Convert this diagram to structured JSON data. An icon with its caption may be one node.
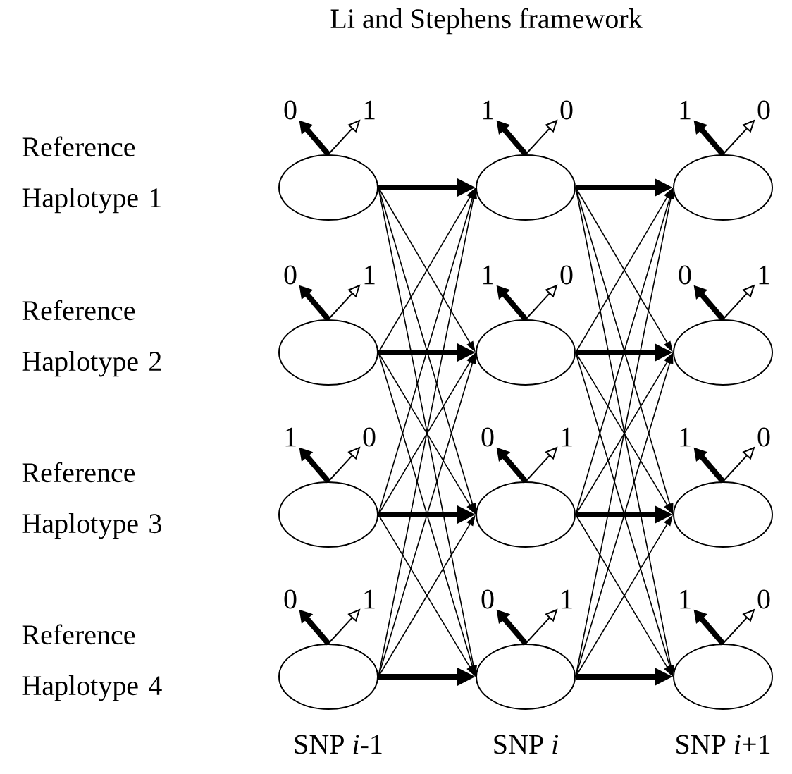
{
  "diagram": {
    "title": "Li and Stephens framework",
    "nodes": [
      {
        "text": [
          "0"
        ]
      },
      {
        "text": [
          "1"
        ]
      },
      {
        "text": [
          "1"
        ]
      },
      {
        "text": [
          "0"
        ]
      },
      {
        "text": [
          "1"
        ]
      },
      {
        "text": [
          "0"
        ]
      },
      {
        "text": [],
        "shape": "ellipse"
      },
      {
        "text": [],
        "shape": "ellipse"
      },
      {
        "text": [],
        "shape": "ellipse"
      },
      {
        "text": [
          "0"
        ]
      },
      {
        "text": [
          "1"
        ]
      },
      {
        "text": [
          "1"
        ]
      },
      {
        "text": [
          "0"
        ]
      },
      {
        "text": [
          "0"
        ]
      },
      {
        "text": [
          "1"
        ]
      },
      {
        "text": [],
        "shape": "ellipse"
      },
      {
        "text": [],
        "shape": "ellipse"
      },
      {
        "text": [],
        "shape": "ellipse"
      },
      {
        "text": [
          "1"
        ]
      },
      {
        "text": [
          "0"
        ]
      },
      {
        "text": [
          "0"
        ]
      },
      {
        "text": [
          "1"
        ]
      },
      {
        "text": [
          "1"
        ]
      },
      {
        "text": [
          "0"
        ]
      },
      {
        "text": [],
        "shape": "ellipse"
      },
      {
        "text": [],
        "shape": "ellipse"
      },
      {
        "text": [],
        "shape": "ellipse"
      },
      {
        "text": [
          "0"
        ]
      },
      {
        "text": [
          "1"
        ]
      },
      {
        "text": [
          "0"
        ]
      },
      {
        "text": [
          "1"
        ]
      },
      {
        "text": [
          "1"
        ]
      },
      {
        "text": [
          "0"
        ]
      },
      {
        "text": [],
        "shape": "ellipse"
      },
      {
        "text": [],
        "shape": "ellipse"
      },
      {
        "text": [],
        "shape": "ellipse"
      }
    ],
    "edges": [
      {
        "from": 6,
        "to": 0,
        "arrow": "to",
        "style": "thick"
      },
      {
        "from": 6,
        "to": 1,
        "arrow": "to"
      },
      {
        "from": 7,
        "to": 2,
        "arrow": "to",
        "style": "thick"
      },
      {
        "from": 7,
        "to": 3,
        "arrow": "to"
      },
      {
        "from": 8,
        "to": 4,
        "arrow": "to",
        "style": "thick"
      },
      {
        "from": 8,
        "to": 5,
        "arrow": "to"
      },
      {
        "from": 15,
        "to": 9,
        "arrow": "to",
        "style": "thick"
      },
      {
        "from": 15,
        "to": 10,
        "arrow": "to"
      },
      {
        "from": 16,
        "to": 11,
        "arrow": "to",
        "style": "thick"
      },
      {
        "from": 16,
        "to": 12,
        "arrow": "to"
      },
      {
        "from": 17,
        "to": 13,
        "arrow": "to",
        "style": "thick"
      },
      {
        "from": 17,
        "to": 14,
        "arrow": "to"
      },
      {
        "from": 24,
        "to": 18,
        "arrow": "to",
        "style": "thick"
      },
      {
        "from": 24,
        "to": 19,
        "arrow": "to"
      },
      {
        "from": 25,
        "to": 20,
        "arrow": "to",
        "style": "thick"
      },
      {
        "from": 25,
        "to": 21,
        "arrow": "to"
      },
      {
        "from": 26,
        "to": 22,
        "arrow": "to",
        "style": "thick"
      },
      {
        "from": 26,
        "to": 23,
        "arrow": "to"
      },
      {
        "from": 33,
        "to": 27,
        "arrow": "to",
        "style": "thick"
      },
      {
        "from": 33,
        "to": 28,
        "arrow": "to"
      },
      {
        "from": 34,
        "to": 29,
        "arrow": "to",
        "style": "thick"
      },
      {
        "from": 34,
        "to": 30,
        "arrow": "to"
      },
      {
        "from": 35,
        "to": 31,
        "arrow": "to",
        "style": "thick"
      },
      {
        "from": 35,
        "to": 32,
        "arrow": "to"
      },
      {
        "from": 6,
        "to": 7,
        "arrow": "to",
        "style": "thick"
      },
      {
        "from": 6,
        "to": 16,
        "arrow": "to"
      },
      {
        "from": 6,
        "to": 25,
        "arrow": "to"
      },
      {
        "from": 6,
        "to": 34,
        "arrow": "to"
      },
      {
        "from": 15,
        "to": 7,
        "arrow": "to"
      },
      {
        "from": 15,
        "to": 16,
        "arrow": "to",
        "style": "thick"
      },
      {
        "from": 15,
        "to": 25,
        "arrow": "to"
      },
      {
        "from": 15,
        "to": 34,
        "arrow": "to"
      },
      {
        "from": 24,
        "to": 7,
        "arrow": "to"
      },
      {
        "from": 24,
        "to": 16,
        "arrow": "to"
      },
      {
        "from": 24,
        "to": 25,
        "arrow": "to",
        "style": "thick"
      },
      {
        "from": 24,
        "to": 34,
        "arrow": "to"
      },
      {
        "from": 33,
        "to": 7,
        "arrow": "to"
      },
      {
        "from": 33,
        "to": 16,
        "arrow": "to"
      },
      {
        "from": 33,
        "to": 25,
        "arrow": "to"
      },
      {
        "from": 33,
        "to": 34,
        "arrow": "to",
        "style": "thick"
      },
      {
        "from": 7,
        "to": 8,
        "arrow": "to",
        "style": "thick"
      },
      {
        "from": 7,
        "to": 17,
        "arrow": "to"
      },
      {
        "from": 7,
        "to": 26,
        "arrow": "to"
      },
      {
        "from": 7,
        "to": 35,
        "arrow": "to"
      },
      {
        "from": 16,
        "to": 8,
        "arrow": "to"
      },
      {
        "from": 16,
        "to": 17,
        "arrow": "to",
        "style": "thick"
      },
      {
        "from": 16,
        "to": 26,
        "arrow": "to"
      },
      {
        "from": 16,
        "to": 35,
        "arrow": "to"
      },
      {
        "from": 25,
        "to": 8,
        "arrow": "to"
      },
      {
        "from": 25,
        "to": 17,
        "arrow": "to"
      },
      {
        "from": 25,
        "to": 26,
        "arrow": "to",
        "style": "thick"
      },
      {
        "from": 25,
        "to": 35,
        "arrow": "to"
      },
      {
        "from": 34,
        "to": 8,
        "arrow": "to"
      },
      {
        "from": 34,
        "to": 17,
        "arrow": "to"
      },
      {
        "from": 34,
        "to": 26,
        "arrow": "to"
      },
      {
        "from": 34,
        "to": 35,
        "arrow": "to",
        "style": "thick"
      }
    ],
    "labels": [
      "Reference Haplotype 1",
      "Reference Haplotype 2",
      "Reference Haplotype 3",
      "Reference Haplotype 4",
      "SNP *i*-1",
      "SNP *i*",
      "SNP *i*+1"
    ]
  }
}
